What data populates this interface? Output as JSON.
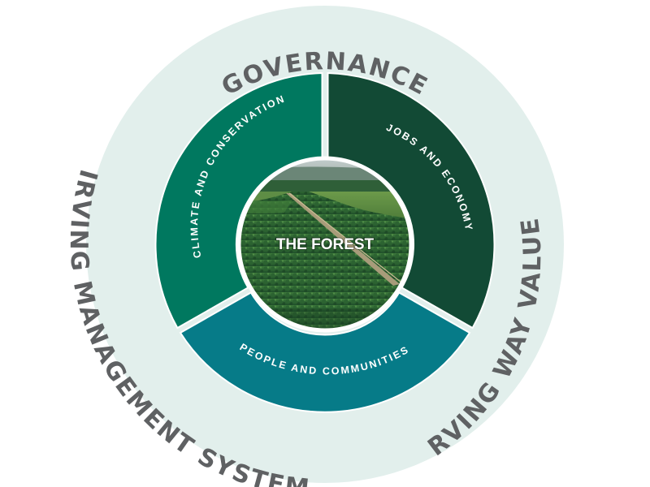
{
  "outer_ring": {
    "top_label": "GOVERNANCE",
    "left_label": "IRVING MANAGEMENT SYSTEM",
    "right_label": "IRVING WAY VALUES"
  },
  "segments": {
    "climate": {
      "label": "CLIMATE AND CONSERVATION"
    },
    "jobs": {
      "label": "JOBS AND ECONOMY"
    },
    "people": {
      "label": "PEOPLE AND COMMUNITIES"
    }
  },
  "center": {
    "label": "THE FOREST"
  },
  "colors": {
    "outer_ring": "#e2efec",
    "outer_text": "#5f6163",
    "climate": "#00785f",
    "jobs": "#124a35",
    "people": "#067b88",
    "segment_text": "#ffffff",
    "center_text": "#ffffff",
    "divider": "#ffffff"
  }
}
